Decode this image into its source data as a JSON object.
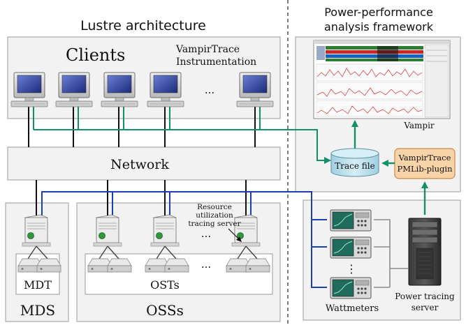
{
  "left_title": "Lustre architecture",
  "right_title_line1": "Power-performance",
  "right_title_line2": "analysis framework",
  "clients": {
    "label": "Clients",
    "instrumentation_line1": "VampirTrace",
    "instrumentation_line2": "Instrumentation",
    "ellipsis": "..."
  },
  "network": {
    "label": "Network"
  },
  "mds": {
    "disk_label": "MDT",
    "server_label": "MDS"
  },
  "oss": {
    "disk_label": "OSTs",
    "server_label": "OSSs",
    "ellipsis_servers": "...",
    "ellipsis_disks": "...",
    "resource_line1": "Resource",
    "resource_line2": "utilization",
    "resource_line3": "tracing server"
  },
  "vampir": {
    "label": "Vampir"
  },
  "trace_file": {
    "label": "Trace file"
  },
  "plugin": {
    "line1": "VampirTrace",
    "line2": "PMLib-plugin"
  },
  "wattmeters": {
    "label": "Wattmeters",
    "ellipsis": "⋮"
  },
  "power_server": {
    "line1": "Power tracing",
    "line2": "server"
  },
  "colors": {
    "green_link": "#12906a",
    "blue_link": "#1a3fb0",
    "panel_bg": "#f2f2f2",
    "panel_border": "#9a9a9a",
    "plugin_bg": "#f7d3a8",
    "plugin_border": "#c98a45",
    "trace_fill": "#bfe1ee"
  }
}
